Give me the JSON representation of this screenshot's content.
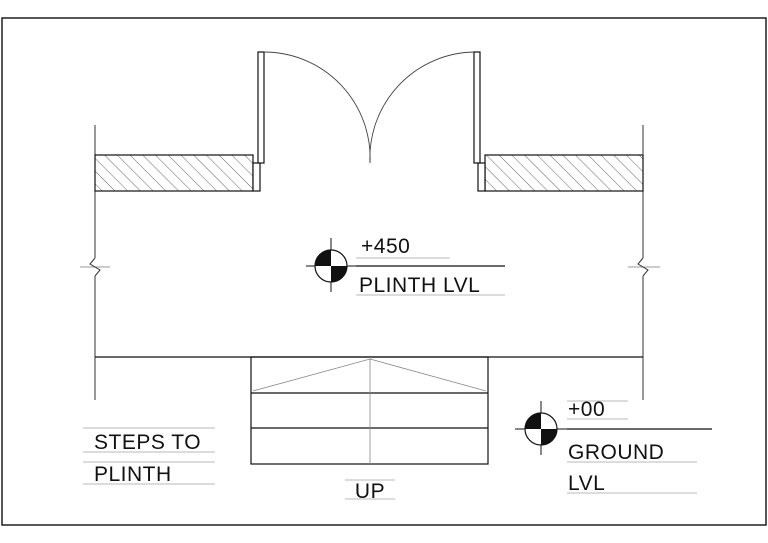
{
  "plinth_level": {
    "value": "+450",
    "label": "PLINTH LVL"
  },
  "ground_level": {
    "value": "+00",
    "label_line1": "GROUND",
    "label_line2": "LVL"
  },
  "steps_note": {
    "line1": "STEPS TO",
    "line2": "PLINTH"
  },
  "stair_direction": "UP",
  "colors": {
    "ink": "#111111",
    "thin_line": "#555555",
    "hatch": "#555555",
    "background": "#ffffff"
  }
}
